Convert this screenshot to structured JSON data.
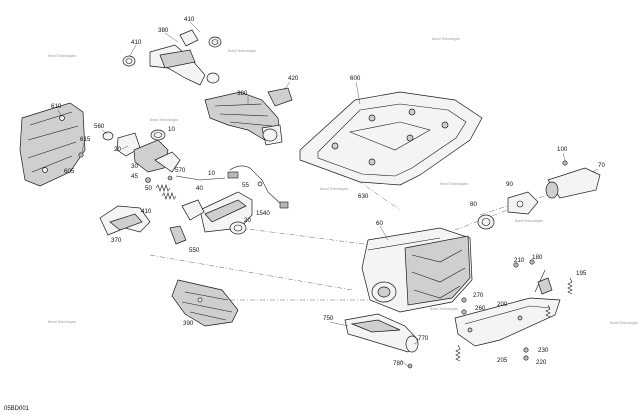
{
  "diagram_code": "05BD001",
  "watermark_text": "Brand Technologies",
  "callouts": [
    "610",
    "615",
    "605",
    "560",
    "20",
    "30",
    "45",
    "50",
    "410",
    "370",
    "550",
    "390",
    "380",
    "410",
    "410",
    "380",
    "420",
    "10",
    "10",
    "570",
    "40",
    "20",
    "55",
    "1540",
    "600",
    "630",
    "60",
    "80",
    "90",
    "100",
    "70",
    "210",
    "180",
    "195",
    "270",
    "260",
    "200",
    "750",
    "770",
    "780",
    "205",
    "230",
    "220"
  ]
}
